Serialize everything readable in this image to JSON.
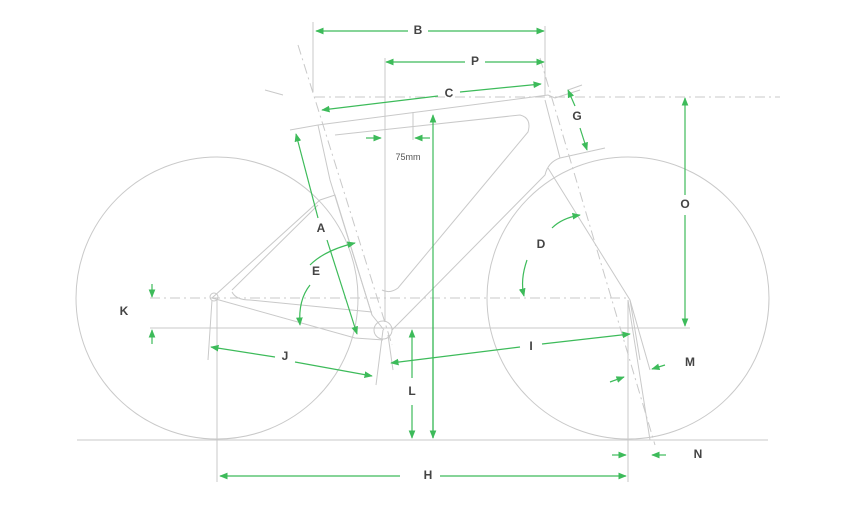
{
  "diagram": {
    "title": "Bike frame geometry",
    "labels": {
      "A": "A",
      "B": "B",
      "C": "C",
      "D": "D",
      "E": "E",
      "G": "G",
      "H": "H",
      "I": "I",
      "J": "J",
      "K": "K",
      "L": "L",
      "M": "M",
      "N": "N",
      "O": "O",
      "P": "P"
    },
    "note_75mm": "75mm",
    "colors": {
      "dimension": "#3dbb5a",
      "frame": "#c9c9c9"
    }
  }
}
